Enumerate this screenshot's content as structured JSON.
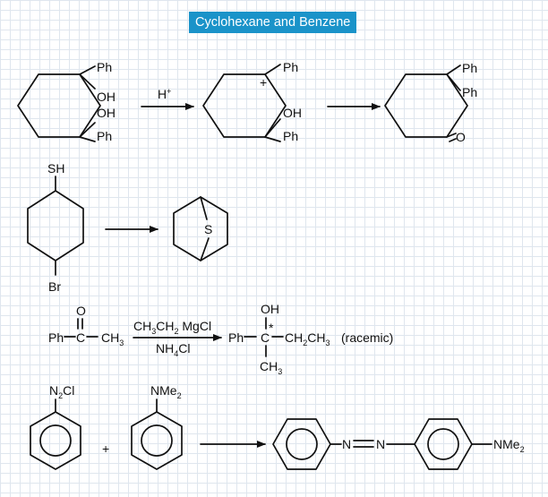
{
  "title": "Cyclohexane and Benzene",
  "reactions": [
    {
      "reactant": {
        "sub_top": "Ph",
        "oh_top": "OH",
        "oh_bottom": "OH",
        "sub_bottom": "Ph"
      },
      "reagent": "H",
      "reagent_charge": "+",
      "intermediate": {
        "charge": "+",
        "sub_top": "Ph",
        "oh": "OH",
        "sub_bottom": "Ph"
      },
      "product": {
        "sub_top": "Ph",
        "sub_right": "Ph",
        "carbonyl_o": "O"
      }
    },
    {
      "reactant": {
        "top": "SH",
        "bottom": "Br"
      },
      "product": {
        "bridge_atom": "S"
      }
    },
    {
      "reactant": {
        "carbonyl_o": "O",
        "left": "Ph",
        "carbon": "C",
        "methyl": "CH",
        "methyl_sub": "3"
      },
      "reagent_above": [
        {
          "t": "CH",
          "sub": "3"
        },
        {
          "t": "CH",
          "sub": "2"
        },
        {
          "t": " MgCl",
          "sub": ""
        }
      ],
      "reagent_below": [
        {
          "t": "NH",
          "sub": "4"
        },
        {
          "t": "Cl",
          "sub": ""
        }
      ],
      "product": {
        "oh": "OH",
        "left": "Ph",
        "carbon": "C",
        "star": "*",
        "ethyl": [
          {
            "t": "CH",
            "sub": "2"
          },
          {
            "t": "CH",
            "sub": "3"
          }
        ],
        "methyl": "CH",
        "methyl_sub": "3"
      },
      "note": "(racemic)"
    },
    {
      "reactant1": {
        "n": "N",
        "sub": "2",
        "cl": "Cl"
      },
      "plus": "+",
      "reactant2": {
        "t": "NMe",
        "sub": "2"
      },
      "product": {
        "azo_n1": "N",
        "azo_n2": "N",
        "t": "NMe",
        "sub": "2"
      }
    }
  ]
}
